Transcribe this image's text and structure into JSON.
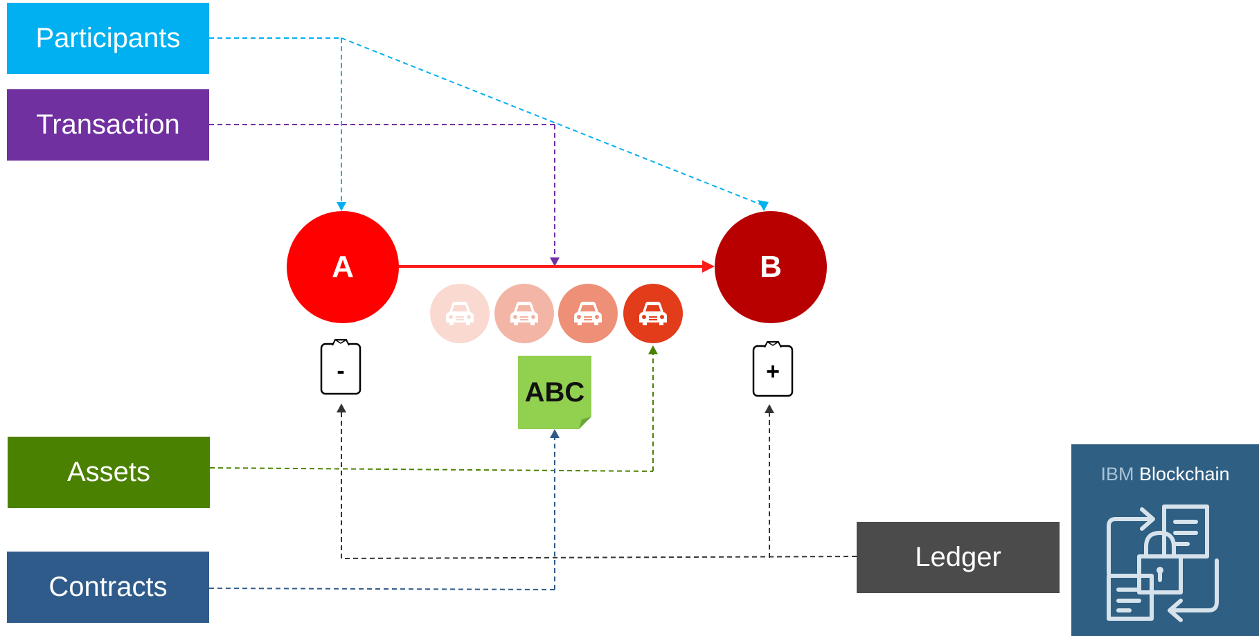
{
  "labels": {
    "participants": "Participants",
    "transaction": "Transaction",
    "assets": "Assets",
    "contracts": "Contracts",
    "ledger": "Ledger"
  },
  "nodes": {
    "a": "A",
    "b": "B"
  },
  "contract_note": "ABC",
  "ledger_marks": {
    "debit": "-",
    "credit": "+"
  },
  "ibm_panel": {
    "brand": "IBM",
    "product": "Blockchain"
  },
  "icons": [
    "car-icon",
    "clipboard-icon",
    "note-icon",
    "blockchain-icon",
    "lock-icon",
    "document-icon"
  ],
  "colors": {
    "participants": "#00b0f0",
    "transaction": "#7030a0",
    "assets": "#4b8100",
    "contracts": "#2f5b8a",
    "ledger": "#4b4b4b",
    "node_a": "#ff0000",
    "node_b": "#b80000",
    "car_1": "#f9d9d0",
    "car_2": "#f3b6a6",
    "car_3": "#ee8f77",
    "car_4": "#e23c1b",
    "contract_note": "#92d050",
    "ibm_panel": "#2f5f82",
    "transaction_arrow": "#ff1a1a"
  }
}
